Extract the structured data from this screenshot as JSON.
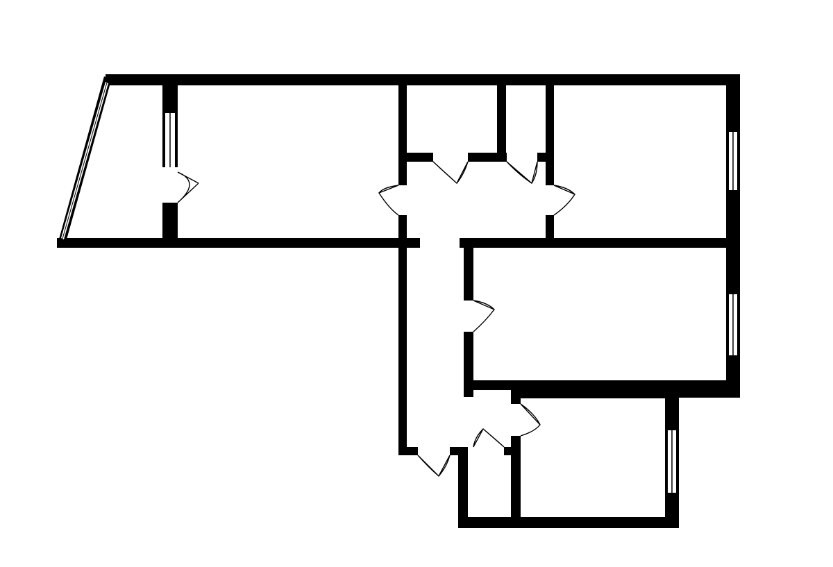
{
  "diagram": {
    "type": "floor-plan",
    "colors": {
      "wall": "#000000",
      "background": "#ffffff",
      "door": "#000000",
      "window_frame": "#000000",
      "window_glass": "#ffffff"
    },
    "rooms": [
      "balcony",
      "living-room",
      "bathroom",
      "toilet",
      "bedroom-upper",
      "bedroom-middle",
      "kitchen",
      "storage",
      "corridor"
    ]
  }
}
